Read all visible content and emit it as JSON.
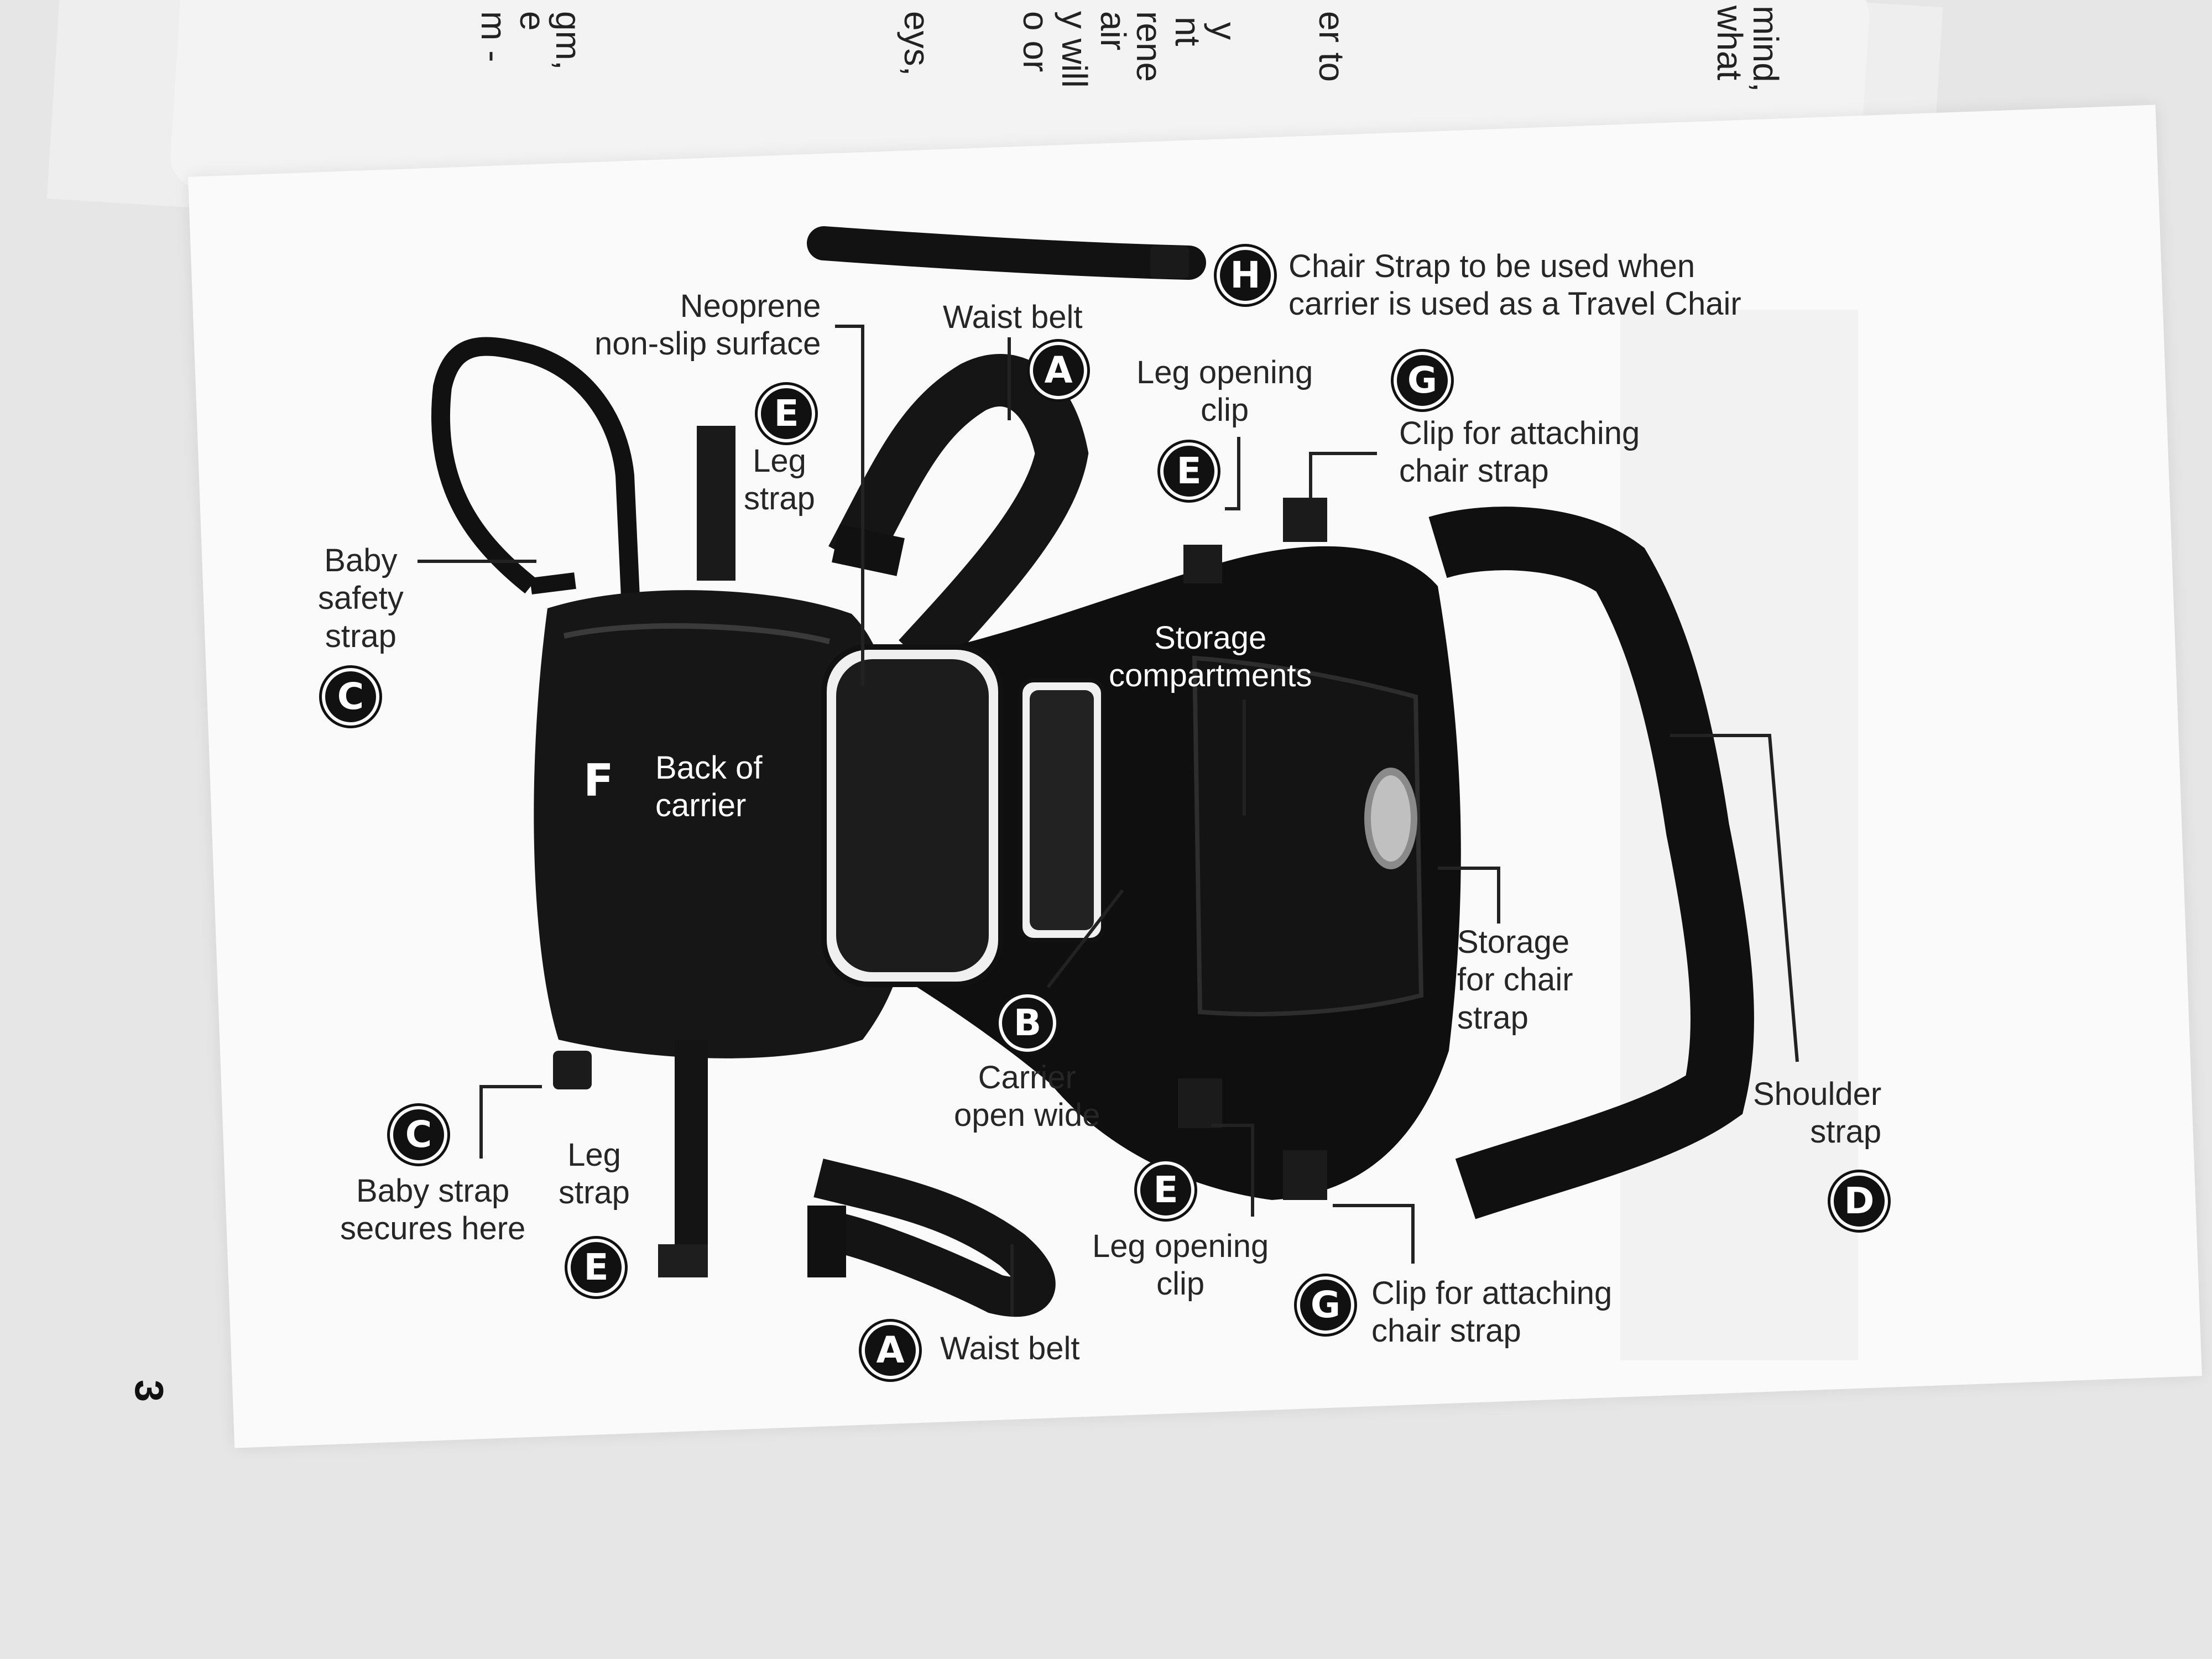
{
  "back_page_text": [
    "mind,",
    "what",
    "er to",
    "y",
    "nt",
    "rene",
    "air",
    "y will",
    "o or",
    "eys,",
    "gm,",
    "e",
    "m -"
  ],
  "page_number": "3",
  "labels": {
    "chair_strap_line1": "Chair Strap to be used when",
    "chair_strap_line2": "carrier is used as a Travel Chair",
    "neoprene_line1": "Neoprene",
    "neoprene_line2": "non-slip surface",
    "waist_belt_top": "Waist belt",
    "leg_opening_clip_top_line1": "Leg opening",
    "leg_opening_clip_top_line2": "clip",
    "clip_chair_top_line1": "Clip for attaching",
    "clip_chair_top_line2": "chair strap",
    "leg_strap_top_line1": "Leg",
    "leg_strap_top_line2": "strap",
    "baby_safety_line1": "Baby",
    "baby_safety_line2": "safety",
    "baby_safety_line3": "strap",
    "storage_comp_line1": "Storage",
    "storage_comp_line2": "compartments",
    "back_carrier_line1": "Back of",
    "back_carrier_line2": "carrier",
    "storage_chair_line1": "Storage",
    "storage_chair_line2": "for chair",
    "storage_chair_line3": "strap",
    "carrier_open_line1": "Carrier",
    "carrier_open_line2": "open wide",
    "shoulder_line1": "Shoulder",
    "shoulder_line2": "strap",
    "baby_strap_line1": "Baby strap",
    "baby_strap_line2": "secures here",
    "leg_strap_bottom_line1": "Leg",
    "leg_strap_bottom_line2": "strap",
    "leg_opening_clip_bottom_line1": "Leg opening",
    "leg_opening_clip_bottom_line2": "clip",
    "clip_chair_bottom_line1": "Clip for attaching",
    "clip_chair_bottom_line2": "chair strap",
    "waist_belt_bottom": "Waist belt"
  },
  "badges": {
    "h": "H",
    "a_top": "A",
    "g_top": "G",
    "e_top_left": "E",
    "e_top_right": "E",
    "c_top": "C",
    "f": "F",
    "b": "B",
    "c_bottom": "C",
    "e_bottom_left": "E",
    "e_bottom_right": "E",
    "d": "D",
    "g_bottom": "G",
    "a_bottom": "A"
  }
}
